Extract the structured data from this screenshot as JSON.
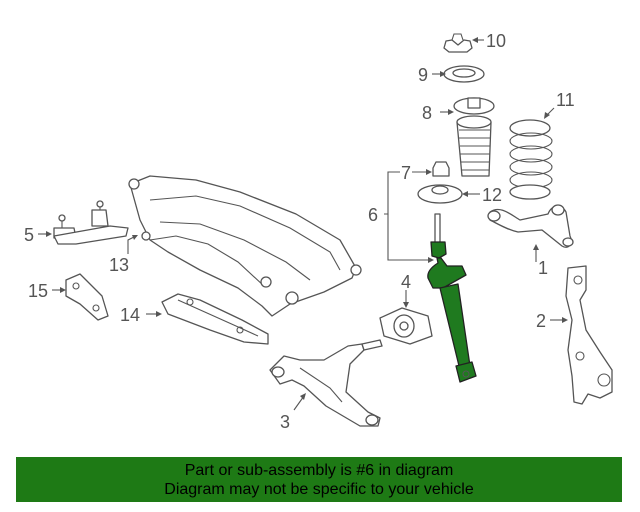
{
  "diagram": {
    "callouts": [
      {
        "id": "c1",
        "label": "1"
      },
      {
        "id": "c2",
        "label": "2"
      },
      {
        "id": "c3",
        "label": "3"
      },
      {
        "id": "c4",
        "label": "4"
      },
      {
        "id": "c5",
        "label": "5"
      },
      {
        "id": "c6",
        "label": "6"
      },
      {
        "id": "c7",
        "label": "7"
      },
      {
        "id": "c8",
        "label": "8"
      },
      {
        "id": "c9",
        "label": "9"
      },
      {
        "id": "c10",
        "label": "10"
      },
      {
        "id": "c11",
        "label": "11"
      },
      {
        "id": "c12",
        "label": "12"
      },
      {
        "id": "c13",
        "label": "13"
      },
      {
        "id": "c14",
        "label": "14"
      },
      {
        "id": "c15",
        "label": "15"
      }
    ],
    "highlight_color": "#1f7a1f",
    "highlighted_part": "6"
  },
  "banner": {
    "line1": "Part or sub-assembly is #6 in diagram",
    "line2": "Diagram may not be specific to your vehicle",
    "background": "#1e7a15"
  }
}
